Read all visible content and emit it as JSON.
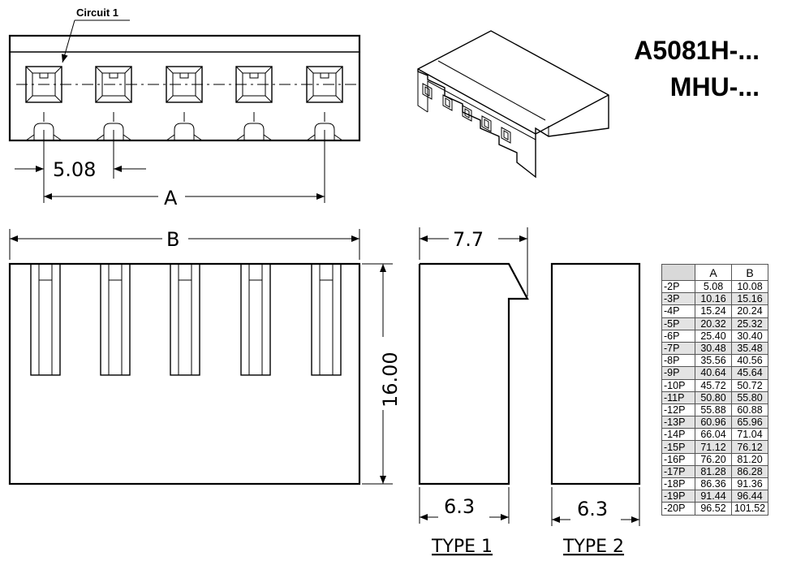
{
  "titles": {
    "part_primary": "A5081H-...",
    "part_secondary": "MHU-..."
  },
  "callout": "Circuit 1",
  "dimensions": {
    "pitch": "5.08",
    "a": "A",
    "b": "B",
    "height": "16.00",
    "depth_top": "7.7",
    "width_type1": "6.3",
    "width_type2": "6.3"
  },
  "type_labels": {
    "type1": "TYPE 1",
    "type2": "TYPE 2"
  },
  "table": {
    "headers": [
      "",
      "A",
      "B"
    ],
    "rows": [
      {
        "label": "-2P",
        "a": "5.08",
        "b": "10.08",
        "shaded": false
      },
      {
        "label": "-3P",
        "a": "10.16",
        "b": "15.16",
        "shaded": true
      },
      {
        "label": "-4P",
        "a": "15.24",
        "b": "20.24",
        "shaded": false
      },
      {
        "label": "-5P",
        "a": "20.32",
        "b": "25.32",
        "shaded": true
      },
      {
        "label": "-6P",
        "a": "25.40",
        "b": "30.40",
        "shaded": false
      },
      {
        "label": "-7P",
        "a": "30.48",
        "b": "35.48",
        "shaded": true
      },
      {
        "label": "-8P",
        "a": "35.56",
        "b": "40.56",
        "shaded": false
      },
      {
        "label": "-9P",
        "a": "40.64",
        "b": "45.64",
        "shaded": true
      },
      {
        "label": "-10P",
        "a": "45.72",
        "b": "50.72",
        "shaded": false
      },
      {
        "label": "-11P",
        "a": "50.80",
        "b": "55.80",
        "shaded": true
      },
      {
        "label": "-12P",
        "a": "55.88",
        "b": "60.88",
        "shaded": false
      },
      {
        "label": "-13P",
        "a": "60.96",
        "b": "65.96",
        "shaded": true
      },
      {
        "label": "-14P",
        "a": "66.04",
        "b": "71.04",
        "shaded": false
      },
      {
        "label": "-15P",
        "a": "71.12",
        "b": "76.12",
        "shaded": true
      },
      {
        "label": "-16P",
        "a": "76.20",
        "b": "81.20",
        "shaded": false
      },
      {
        "label": "-17P",
        "a": "81.28",
        "b": "86.28",
        "shaded": true
      },
      {
        "label": "-18P",
        "a": "86.36",
        "b": "91.36",
        "shaded": false
      },
      {
        "label": "-19P",
        "a": "91.44",
        "b": "96.44",
        "shaded": true
      },
      {
        "label": "-20P",
        "a": "96.52",
        "b": "101.52",
        "shaded": false
      }
    ]
  }
}
